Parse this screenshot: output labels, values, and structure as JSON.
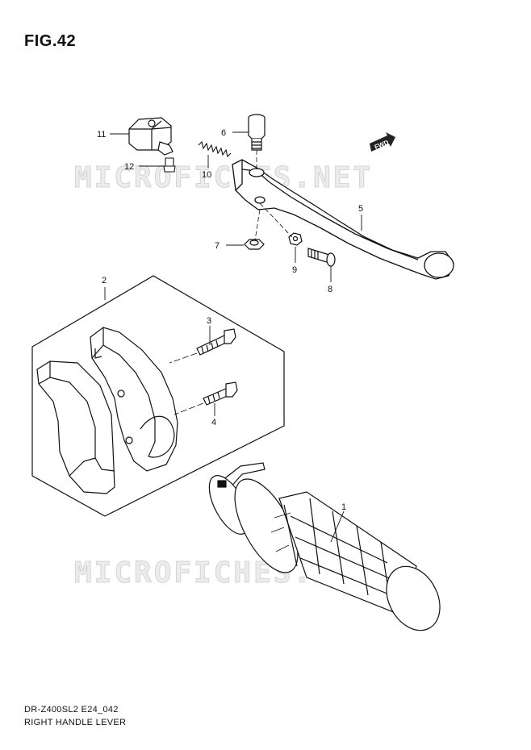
{
  "figure": {
    "title": "FIG.42",
    "code": "DR-Z400SL2 E24_042",
    "name": "RIGHT HANDLE LEVER"
  },
  "watermark": {
    "text": "MICROFICHES.NET"
  },
  "direction_badge": {
    "text": "FWD"
  },
  "callouts": [
    {
      "ref": "1",
      "part": "grip"
    },
    {
      "ref": "2",
      "part": "housing set"
    },
    {
      "ref": "3",
      "part": "screw"
    },
    {
      "ref": "4",
      "part": "screw"
    },
    {
      "ref": "5",
      "part": "lever"
    },
    {
      "ref": "6",
      "part": "pivot bolt"
    },
    {
      "ref": "7",
      "part": "cap nut"
    },
    {
      "ref": "8",
      "part": "bolt"
    },
    {
      "ref": "9",
      "part": "nut"
    },
    {
      "ref": "10",
      "part": "spring"
    },
    {
      "ref": "11",
      "part": "switch"
    },
    {
      "ref": "12",
      "part": "screw"
    }
  ]
}
